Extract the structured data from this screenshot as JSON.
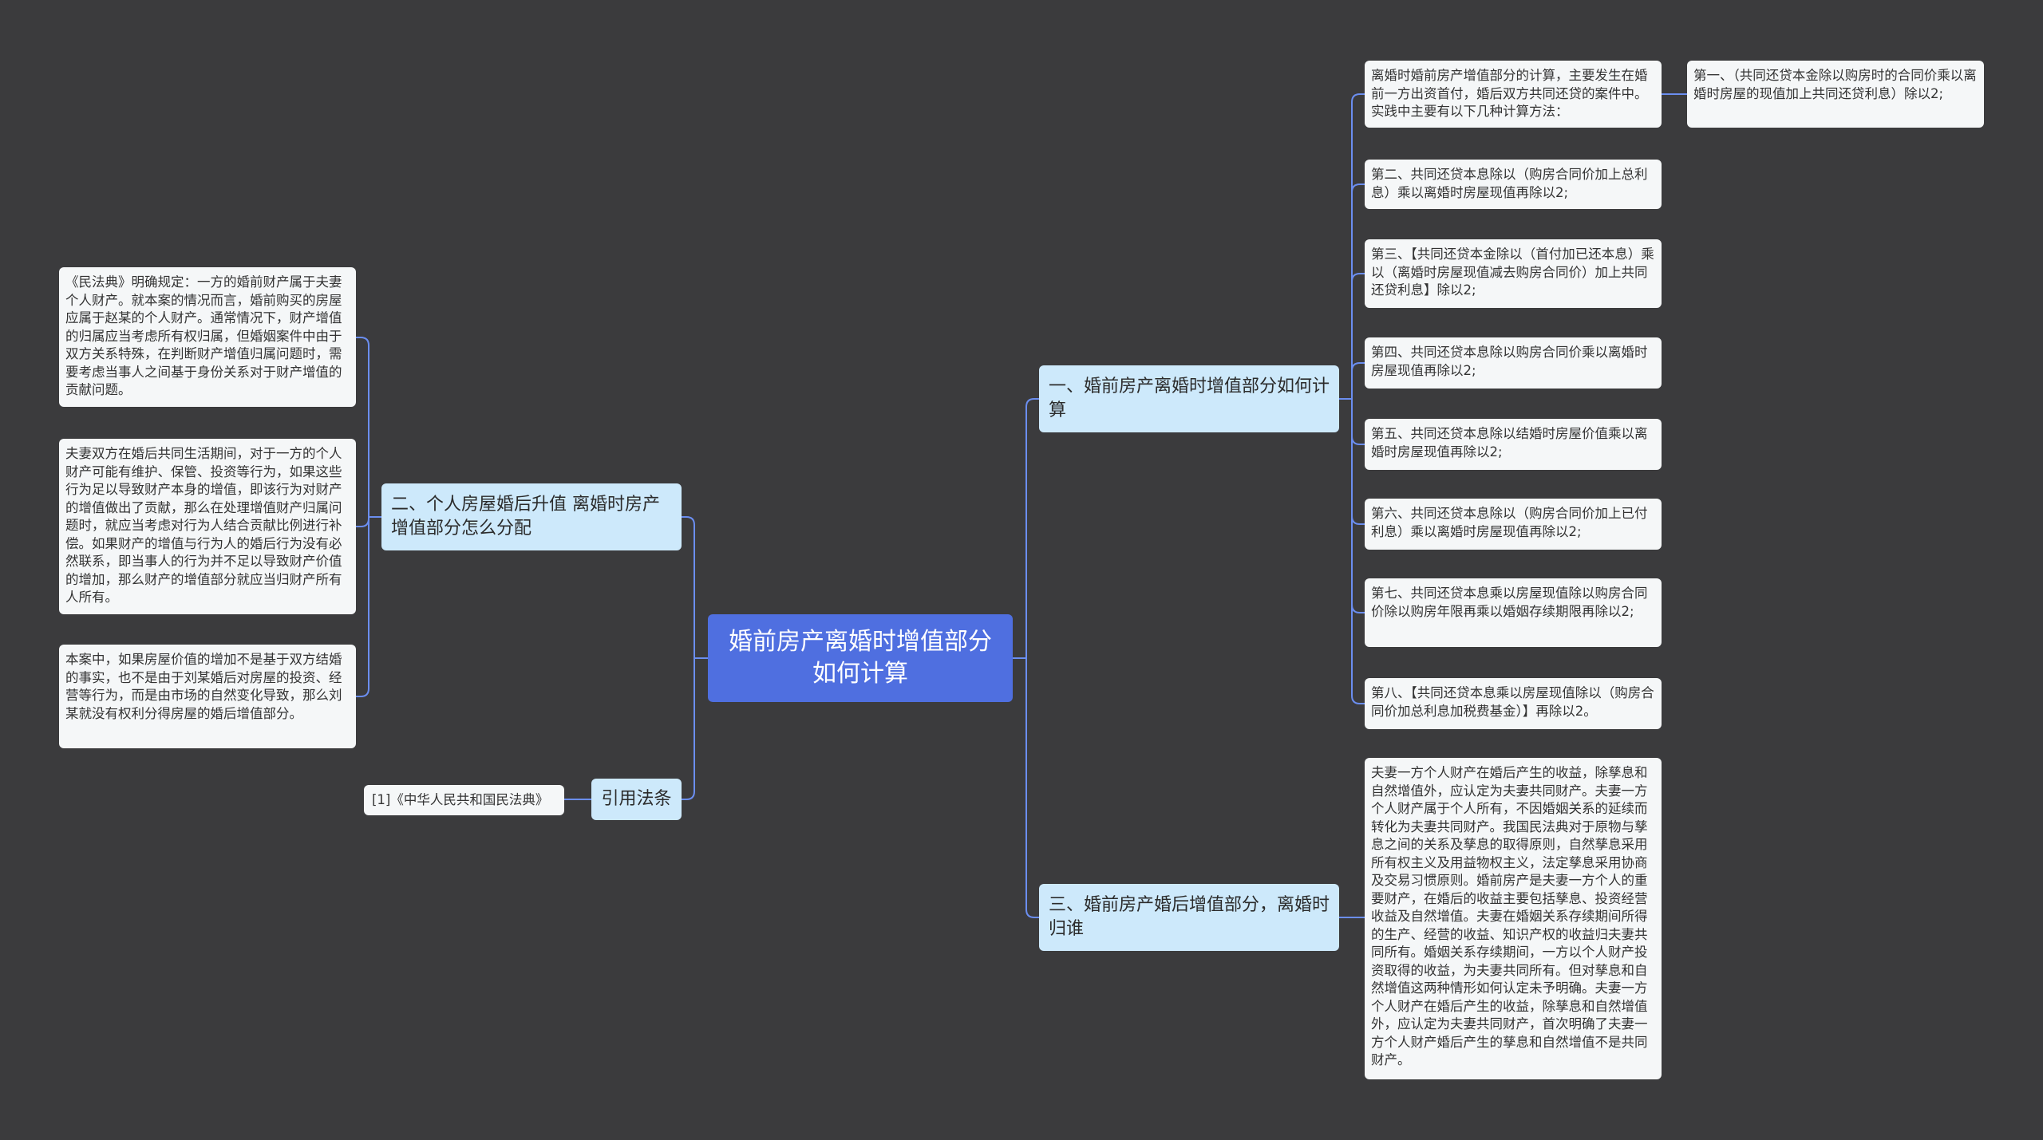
{
  "root": {
    "text": "婚前房产离婚时增值部分如何计算"
  },
  "right": [
    {
      "label": "一、婚前房产离婚时增值部分如何计算",
      "children": [
        {
          "text": "离婚时婚前房产增值部分的计算，主要发生在婚前一方出资首付，婚后双方共同还贷的案件中。实践中主要有以下几种计算方法：",
          "children": [
            {
              "text": "第一、（共同还贷本金除以购房时的合同价乘以离婚时房屋的现值加上共同还贷利息）除以2;"
            }
          ]
        },
        {
          "text": "第二、共同还贷本息除以（购房合同价加上总利息）乘以离婚时房屋现值再除以2;"
        },
        {
          "text": "第三、【共同还贷本金除以（首付加已还本息）乘以（离婚时房屋现值减去购房合同价）加上共同还贷利息】除以2;"
        },
        {
          "text": "第四、共同还贷本息除以购房合同价乘以离婚时房屋现值再除以2;"
        },
        {
          "text": "第五、共同还贷本息除以结婚时房屋价值乘以离婚时房屋现值再除以2;"
        },
        {
          "text": "第六、共同还贷本息除以（购房合同价加上已付利息）乘以离婚时房屋现值再除以2;"
        },
        {
          "text": "第七、共同还贷本息乘以房屋现值除以购房合同价除以购房年限再乘以婚姻存续期限再除以2;"
        },
        {
          "text": "第八、【共同还贷本息乘以房屋现值除以（购房合同价加总利息加税费基金）】再除以2。"
        }
      ]
    },
    {
      "label": "三、婚前房产婚后增值部分，离婚时归谁",
      "children": [
        {
          "text": "夫妻一方个人财产在婚后产生的收益，除孳息和自然增值外，应认定为夫妻共同财产。夫妻一方个人财产属于个人所有，不因婚姻关系的延续而转化为夫妻共同财产。我国民法典对于原物与孳息之间的关系及孳息的取得原则，自然孳息采用所有权主义及用益物权主义，法定孳息采用协商及交易习惯原则。婚前房产是夫妻一方个人的重要财产，在婚后的收益主要包括孳息、投资经营收益及自然增值。夫妻在婚姻关系存续期间所得的生产、经营的收益、知识产权的收益归夫妻共同所有。婚姻关系存续期间，一方以个人财产投资取得的收益，为夫妻共同所有。但对孳息和自然增值这两种情形如何认定未予明确。夫妻一方个人财产在婚后产生的收益，除孳息和自然增值外，应认定为夫妻共同财产，首次明确了夫妻一方个人财产婚后产生的孳息和自然增值不是共同财产。"
        }
      ]
    }
  ],
  "left": [
    {
      "label": "二、个人房屋婚后升值 离婚时房产增值部分怎么分配",
      "children": [
        {
          "text": "《民法典》明确规定：一方的婚前财产属于夫妻个人财产。就本案的情况而言，婚前购买的房屋应属于赵某的个人财产。通常情况下，财产增值的归属应当考虑所有权归属，但婚姻案件中由于双方关系特殊，在判断财产增值归属问题时，需要考虑当事人之间基于身份关系对于财产增值的贡献问题。"
        },
        {
          "text": "夫妻双方在婚后共同生活期间，对于一方的个人财产可能有维护、保管、投资等行为，如果这些行为足以导致财产本身的增值，即该行为对财产的增值做出了贡献，那么在处理增值财产归属问题时，就应当考虑对行为人结合贡献比例进行补偿。如果财产的增值与行为人的婚后行为没有必然联系，即当事人的行为并不足以导致财产价值的增加，那么财产的增值部分就应当归财产所有人所有。"
        },
        {
          "text": "本案中，如果房屋价值的增加不是基于双方结婚的事实，也不是由于刘某婚后对房屋的投资、经营等行为，而是由市场的自然变化导致，那么刘某就没有权利分得房屋的婚后增值部分。"
        }
      ]
    },
    {
      "label": "引用法条",
      "children": [
        {
          "text": "[1]《中华人民共和国民法典》"
        }
      ]
    }
  ],
  "colors": {
    "background": "#3b3b3d",
    "root": "#4f6fe0",
    "branch": "#cde9fb",
    "leaf": "#f5f7f8",
    "line": "#6b8ef0"
  }
}
